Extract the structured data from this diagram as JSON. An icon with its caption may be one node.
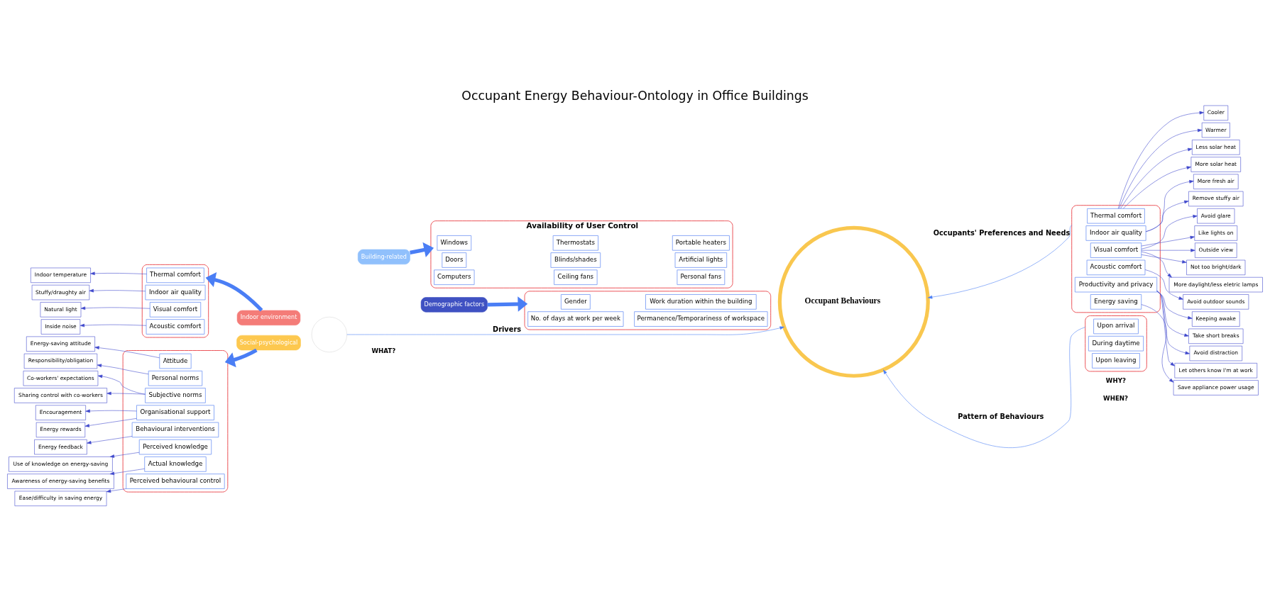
{
  "diagram": {
    "title": "Occupant Energy Behaviour-Ontology in Office Buildings",
    "nodes": [
      {
        "text": [],
        "shape": "box"
      },
      {
        "text": [
          "Attitude"
        ],
        "in": 0
      },
      {
        "text": [
          "Personal norms"
        ],
        "in": 0
      },
      {
        "text": [
          "Subjective norms"
        ],
        "in": 0
      },
      {
        "text": [
          "Organisational support"
        ],
        "in": 0
      },
      {
        "text": [
          "Behavioural interventions"
        ],
        "in": 0
      },
      {
        "text": [
          "Perceived knowledge"
        ],
        "in": 0
      },
      {
        "text": [
          "Actual knowledge"
        ],
        "in": 0
      },
      {
        "text": [
          "Perceived behavioural control"
        ],
        "in": 0
      },
      {
        "text": [
          "Energy-saving attitude"
        ]
      },
      {
        "text": [
          "Responsibility/obligation"
        ]
      },
      {
        "text": [
          "Co-workers' expectations"
        ]
      },
      {
        "text": [
          "Sharing control with co-workers"
        ]
      },
      {
        "text": [
          "Encouragement"
        ]
      },
      {
        "text": [
          "Energy rewards"
        ]
      },
      {
        "text": [
          "Energy feedback"
        ]
      },
      {
        "text": [
          "Use of knowledge on energy-saving"
        ]
      },
      {
        "text": [
          "Awareness of energy-saving benefits"
        ]
      },
      {
        "text": [
          "Ease/difficulty in saving energy"
        ]
      },
      {
        "text": [
          "Availability of User Control"
        ]
      },
      {
        "text": [
          "Windows"
        ],
        "in": 19
      },
      {
        "text": [
          "Thermostats"
        ],
        "in": 19
      },
      {
        "text": [
          "Portable heaters"
        ],
        "in": 19
      },
      {
        "text": [
          "Doors"
        ],
        "in": 19
      },
      {
        "text": [
          "Blinds/shades"
        ],
        "in": 19
      },
      {
        "text": [
          "Artificial lights"
        ],
        "in": 19
      },
      {
        "text": [
          "Computers"
        ],
        "in": 19
      },
      {
        "text": [
          "Ceiling fans"
        ],
        "in": 19
      },
      {
        "text": [
          "Personal fans"
        ],
        "in": 19
      },
      {
        "text": [],
        "shape": "circle"
      },
      {
        "text": [
          "Social-psychological"
        ]
      },
      {
        "text": [
          "Building-related"
        ]
      },
      {
        "text": [
          "Indoor environment"
        ]
      },
      {
        "text": [
          "Demographic factors"
        ]
      },
      {
        "text": [
          "Occupant Behaviours"
        ]
      },
      {
        "text": [],
        "shape": "box"
      },
      {
        "text": [
          "Thermal comfort"
        ],
        "in": 35
      },
      {
        "text": [
          "Indoor air quality"
        ],
        "in": 35
      },
      {
        "text": [
          "Visual comfort"
        ],
        "in": 35
      },
      {
        "text": [
          "Acoustic comfort"
        ],
        "in": 35
      },
      {
        "text": [
          "Indoor temperature"
        ]
      },
      {
        "text": [
          "Stuffy/draughty air"
        ]
      },
      {
        "text": [
          "Natural light"
        ]
      },
      {
        "text": [
          "Inside noise"
        ]
      },
      {
        "text": [],
        "shape": "box"
      },
      {
        "text": [
          "Gender"
        ],
        "in": 44
      },
      {
        "text": [
          "Work duration within the building"
        ],
        "in": 44
      },
      {
        "text": [
          "No. of days at work per week"
        ],
        "in": 44
      },
      {
        "text": [
          "Permanence/Temporariness of workspace"
        ],
        "in": 44
      },
      {
        "text": [],
        "shape": "box"
      },
      {
        "text": [
          "Thermal comfort"
        ],
        "in": 49
      },
      {
        "text": [
          "Indoor air quality"
        ],
        "in": 49
      },
      {
        "text": [
          "Visual comfort"
        ],
        "in": 49
      },
      {
        "text": [
          "Acoustic comfort"
        ],
        "in": 49
      },
      {
        "text": [
          "Productivity and privacy"
        ],
        "in": 49
      },
      {
        "text": [
          "Energy saving"
        ],
        "in": 49
      },
      {
        "text": [
          "Cooler"
        ]
      },
      {
        "text": [
          "Warmer"
        ]
      },
      {
        "text": [
          "Less solar heat"
        ]
      },
      {
        "text": [
          "More solar heat"
        ]
      },
      {
        "text": [
          "More fresh air"
        ]
      },
      {
        "text": [
          "Remove stuffy air"
        ]
      },
      {
        "text": [
          "Avoid glare"
        ]
      },
      {
        "text": [
          "Like lights on"
        ]
      },
      {
        "text": [
          "Outside view"
        ]
      },
      {
        "text": [
          "Not too bright/dark"
        ]
      },
      {
        "text": [
          "More daylight/less eletric lamps"
        ]
      },
      {
        "text": [
          "Avoid outdoor sounds"
        ]
      },
      {
        "text": [
          "Keeping awake"
        ]
      },
      {
        "text": [
          "Take short breaks"
        ]
      },
      {
        "text": [
          "Avoid distraction"
        ]
      },
      {
        "text": [
          "Let others know I'm at work"
        ]
      },
      {
        "text": [
          "Save appliance power usage"
        ]
      },
      {
        "text": [],
        "shape": "box"
      },
      {
        "text": [
          "Upon arrival"
        ],
        "in": 73
      },
      {
        "text": [
          "During daytime"
        ],
        "in": 73
      },
      {
        "text": [
          "Upon leaving"
        ],
        "in": 73
      }
    ],
    "edges": [
      {
        "from": 1,
        "to": 9,
        "arrow": "to"
      },
      {
        "from": 2,
        "to": 10,
        "arrow": "to"
      },
      {
        "from": 3,
        "to": 11,
        "arrow": "to"
      },
      {
        "from": 3,
        "to": 12,
        "arrow": "to"
      },
      {
        "from": 4,
        "to": 13,
        "arrow": "to"
      },
      {
        "from": 4,
        "to": 14,
        "arrow": "to"
      },
      {
        "from": 5,
        "to": 15,
        "arrow": "to"
      },
      {
        "from": 6,
        "to": 16,
        "arrow": "to"
      },
      {
        "from": 7,
        "to": 17,
        "arrow": "to"
      },
      {
        "from": 8,
        "to": 18,
        "arrow": "to"
      },
      {
        "from": 30,
        "to": 0,
        "arrow": "to",
        "style": "thick",
        "color": "#4a7ef5"
      },
      {
        "from": 31,
        "to": 19,
        "arrow": "to",
        "style": "thick",
        "color": "#4a7ef5"
      },
      {
        "from": 32,
        "to": 35,
        "arrow": "to",
        "style": "thick",
        "color": "#4a7ef5"
      },
      {
        "from": 33,
        "to": 44,
        "arrow": "to",
        "style": "thick",
        "color": "#4a7ef5"
      },
      {
        "from": 29,
        "to": 34,
        "arrow": "to",
        "label": "Drivers",
        "color": "#4a7ef5"
      },
      {
        "from": 49,
        "to": 34,
        "arrow": "to",
        "label": "Occupants' Preferences and Needs",
        "color": "#4a7ef5"
      },
      {
        "from": 73,
        "to": 34,
        "arrow": "to",
        "label": "Pattern of Behaviours",
        "color": "#4a7ef5"
      },
      {
        "from": 36,
        "to": 40,
        "arrow": "to"
      },
      {
        "from": 37,
        "to": 41,
        "arrow": "to"
      },
      {
        "from": 38,
        "to": 42,
        "arrow": "to"
      },
      {
        "from": 39,
        "to": 43,
        "arrow": "to"
      },
      {
        "from": 50,
        "to": 56,
        "arrow": "to"
      },
      {
        "from": 50,
        "to": 57,
        "arrow": "to"
      },
      {
        "from": 50,
        "to": 58,
        "arrow": "to"
      },
      {
        "from": 50,
        "to": 59,
        "arrow": "to"
      },
      {
        "from": 51,
        "to": 60,
        "arrow": "to"
      },
      {
        "from": 51,
        "to": 61,
        "arrow": "to"
      },
      {
        "from": 52,
        "to": 62,
        "arrow": "to"
      },
      {
        "from": 52,
        "to": 63,
        "arrow": "to"
      },
      {
        "from": 52,
        "to": 64,
        "arrow": "to"
      },
      {
        "from": 52,
        "to": 65,
        "arrow": "to"
      },
      {
        "from": 52,
        "to": 66,
        "arrow": "to"
      },
      {
        "from": 53,
        "to": 67,
        "arrow": "to"
      },
      {
        "from": 54,
        "to": 68,
        "arrow": "to"
      },
      {
        "from": 54,
        "to": 69,
        "arrow": "to"
      },
      {
        "from": 54,
        "to": 70,
        "arrow": "to"
      },
      {
        "from": 54,
        "to": 71,
        "arrow": "to"
      },
      {
        "from": 55,
        "to": 72,
        "arrow": "to"
      }
    ],
    "labels": [
      "WHAT?",
      "WHY?",
      "WHEN?"
    ]
  }
}
